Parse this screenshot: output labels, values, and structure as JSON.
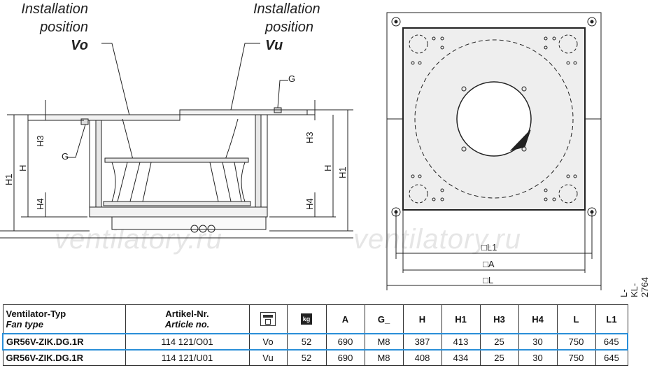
{
  "labels": {
    "install_left": [
      "Installation",
      "position"
    ],
    "install_left_code": "Vo",
    "install_right": [
      "Installation",
      "position"
    ],
    "install_right_code": "Vu",
    "dim_G": "G",
    "dim_H": "H",
    "dim_H1": "H1",
    "dim_H3": "H3",
    "dim_H4": "H4",
    "dim_L1": "□L1",
    "dim_A": "□A",
    "dim_L": "□L"
  },
  "watermark": "ventilatory.ru",
  "drawing_code": "L-KL-2764",
  "table": {
    "headers": {
      "type_de": "Ventilator-Typ",
      "type_en": "Fan type",
      "art_de": "Artikel-Nr.",
      "art_en": "Article no.",
      "position_icon": "installation-position-icon",
      "weight_icon": "kg",
      "A": "A",
      "G": "G_",
      "H": "H",
      "H1": "H1",
      "H3": "H3",
      "H4": "H4",
      "L": "L",
      "L1": "L1"
    },
    "rows": [
      {
        "type": "GR56V-ZIK.DG.1R",
        "article": "114 121/O01",
        "position": "Vo",
        "weight": "52",
        "A": "690",
        "G": "M8",
        "H": "387",
        "H1": "413",
        "H3": "25",
        "H4": "30",
        "L": "750",
        "L1": "645"
      },
      {
        "type": "GR56V-ZIK.DG.1R",
        "article": "114 121/U01",
        "position": "Vu",
        "weight": "52",
        "A": "690",
        "G": "M8",
        "H": "408",
        "H1": "434",
        "H3": "25",
        "H4": "30",
        "L": "750",
        "L1": "645"
      }
    ],
    "highlight_color": "#2a8fd8"
  }
}
